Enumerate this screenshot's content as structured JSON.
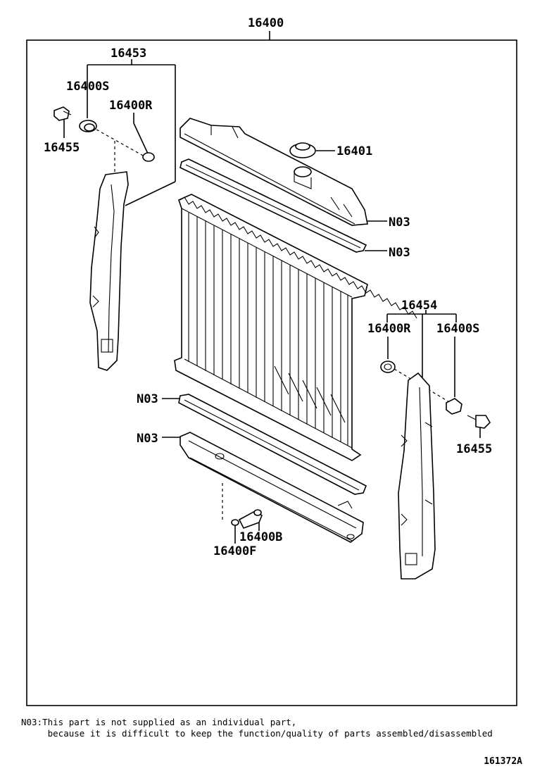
{
  "diagram": {
    "labels": {
      "assembly": "16400",
      "left_support": "16453",
      "left_stay_s": "16400S",
      "left_stay_r": "16400R",
      "left_bolt": "16455",
      "cap": "16401",
      "n03_1": "N03",
      "n03_2": "N03",
      "right_support": "16454",
      "right_stay_r": "16400R",
      "right_stay_s": "16400S",
      "n03_3": "N03",
      "n03_4": "N03",
      "right_bolt": "16455",
      "drain_cock": "16400B",
      "drain_gasket": "16400F"
    },
    "note_line1": "N03:This part is not supplied as an individual part,",
    "note_line2": "     because it is difficult to keep the function/quality of parts assembled/disassembled",
    "illustration_code": "161372A"
  }
}
